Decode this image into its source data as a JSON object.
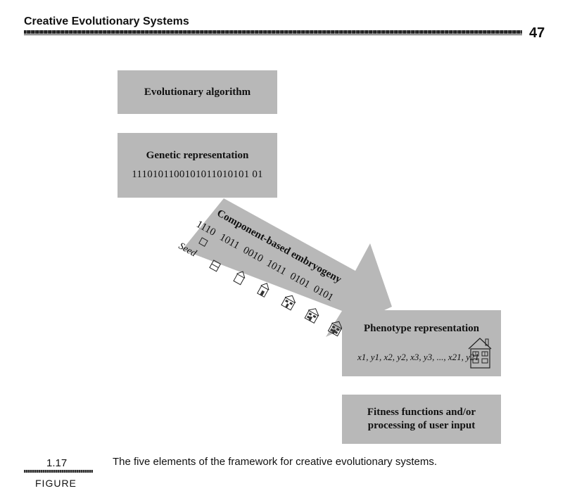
{
  "header": {
    "running_title": "Creative Evolutionary Systems",
    "page_number": "47"
  },
  "diagram": {
    "evolutionary_algorithm": "Evolutionary algorithm",
    "genetic_representation": {
      "title": "Genetic representation",
      "bits": "1110101100101011010101 01"
    },
    "embryogeny": {
      "title": "Component-based embryogeny",
      "genes": [
        "1110",
        "1011",
        "0010",
        "1011",
        "0101",
        "0101"
      ],
      "seed_label": "Seed"
    },
    "phenotype": {
      "title": "Phenotype representation",
      "values": "x1, y1, x2, y2, x3, y3, ..., x21, y21"
    },
    "fitness": {
      "line1": "Fitness functions and/or",
      "line2": "processing of user input"
    },
    "box_color": "#b8b8b8"
  },
  "figure": {
    "number": "1.17",
    "label": "FIGURE",
    "caption": "The five elements of the framework for creative evolutionary systems."
  }
}
